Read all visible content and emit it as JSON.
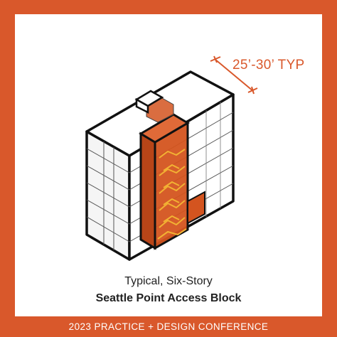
{
  "diagram": {
    "dimension_label": "25’-30’ TYP",
    "caption_line1": "Typical, Six-Story",
    "caption_line2": "Seattle Point Access Block"
  },
  "footer": {
    "text": "2023 PRACTICE + DESIGN CONFERENCE"
  },
  "colors": {
    "accent": "#d9582b",
    "core_fill": "#d4541f",
    "stair_lines": "#f2b233",
    "outline": "#111111",
    "background": "#ffffff"
  }
}
